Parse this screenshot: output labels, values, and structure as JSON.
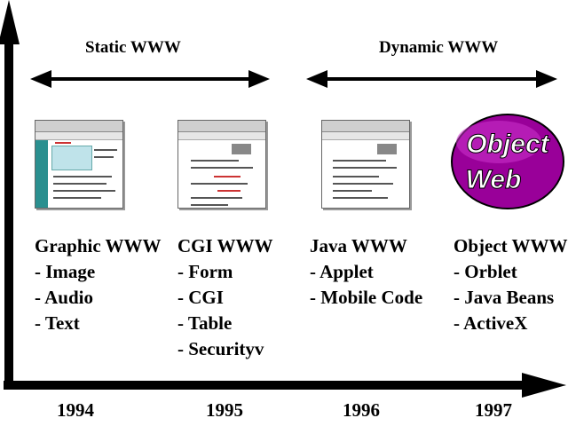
{
  "eras": {
    "static": "Static WWW",
    "dynamic": "Dynamic WWW"
  },
  "columns": [
    {
      "title": "Graphic WWW",
      "items": [
        "Image",
        "Audio",
        "Text"
      ],
      "thumbnail_icon": "browser-screenshot-icon"
    },
    {
      "title": "CGI WWW",
      "items": [
        "Form",
        "CGI",
        "Table",
        "Securityv"
      ],
      "thumbnail_icon": "browser-screenshot-icon"
    },
    {
      "title": "Java WWW",
      "items": [
        "Applet",
        "Mobile Code"
      ],
      "thumbnail_icon": "browser-screenshot-icon"
    },
    {
      "title": "Object WWW",
      "items": [
        "Orblet",
        "Java Beans",
        "ActiveX"
      ],
      "thumbnail_icon": "object-web-logo"
    }
  ],
  "logo": {
    "line1": "Object",
    "line2": "Web",
    "fill": "#990099",
    "highlight": "#cc33cc"
  },
  "years": [
    "1994",
    "1995",
    "1996",
    "1997"
  ]
}
